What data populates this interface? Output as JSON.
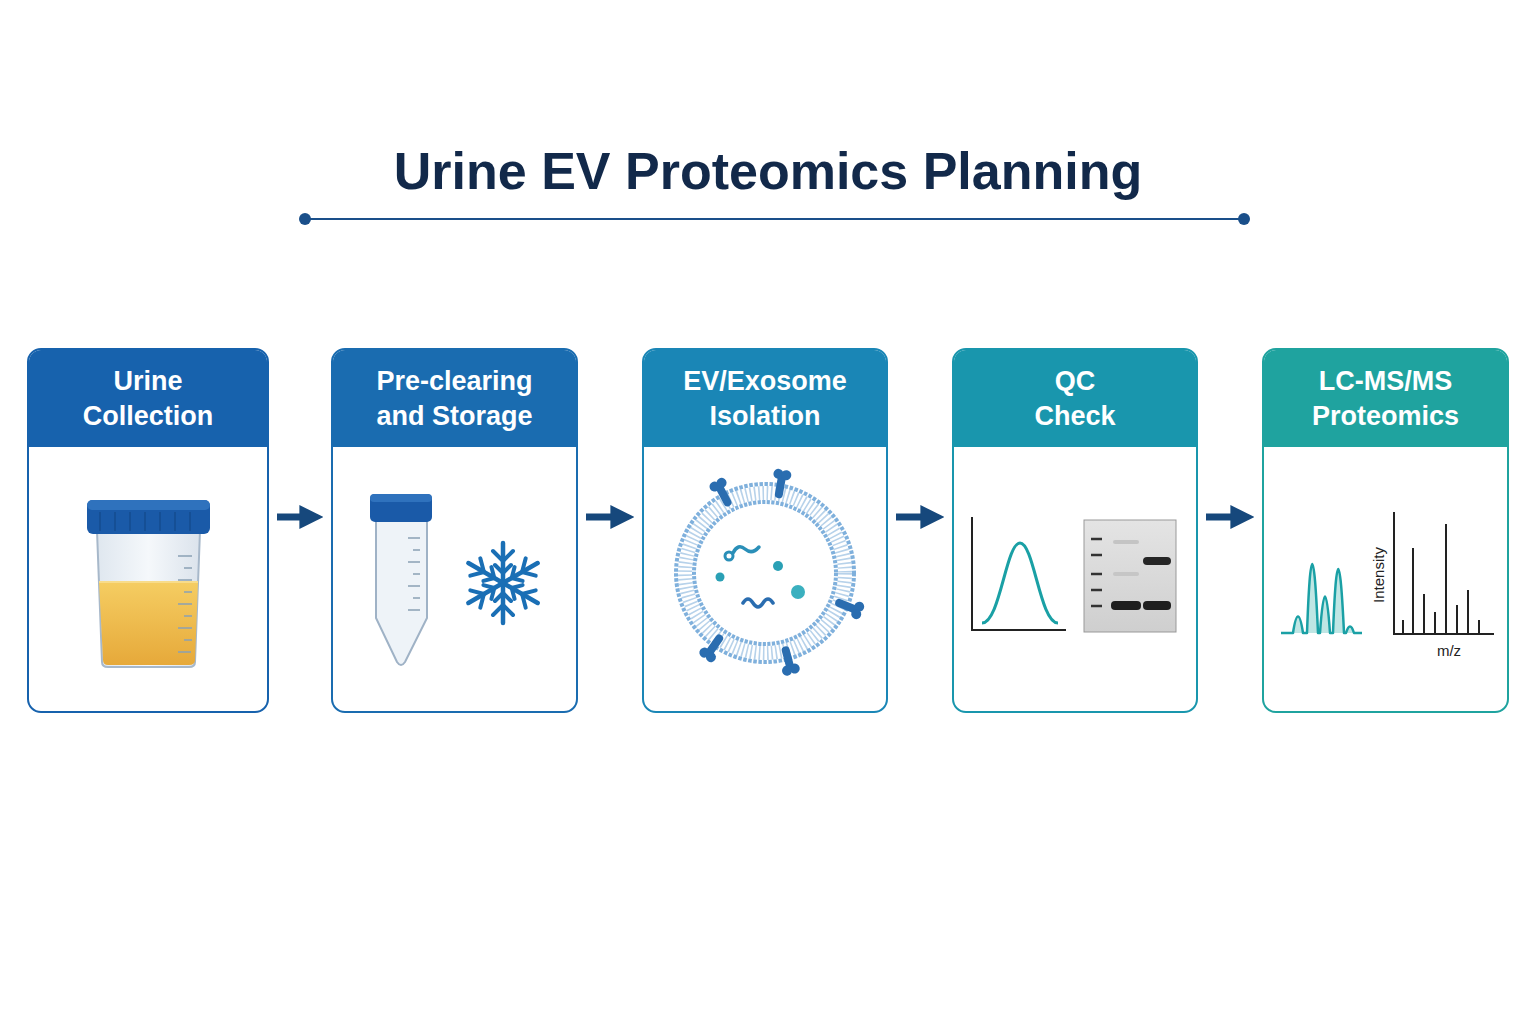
{
  "diagram": {
    "title": "Urine EV Proteomics Planning",
    "nodes": [
      {
        "text": [
          "Urine Collection"
        ]
      },
      {
        "text": [
          "Pre-clearing and Storage"
        ]
      },
      {
        "text": [
          "EV/Exosome Isolation"
        ]
      },
      {
        "text": [
          "QC Check"
        ]
      },
      {
        "text": [
          "LC-MS/MS Proteomics"
        ]
      }
    ],
    "edges": [
      {
        "from": 0,
        "to": 1,
        "arrow": "to"
      },
      {
        "from": 1,
        "to": 2,
        "arrow": "to"
      },
      {
        "from": 2,
        "to": 3,
        "arrow": "to"
      },
      {
        "from": 3,
        "to": 4,
        "arrow": "to"
      }
    ],
    "labels": [
      "Intensity",
      "m/z"
    ]
  }
}
